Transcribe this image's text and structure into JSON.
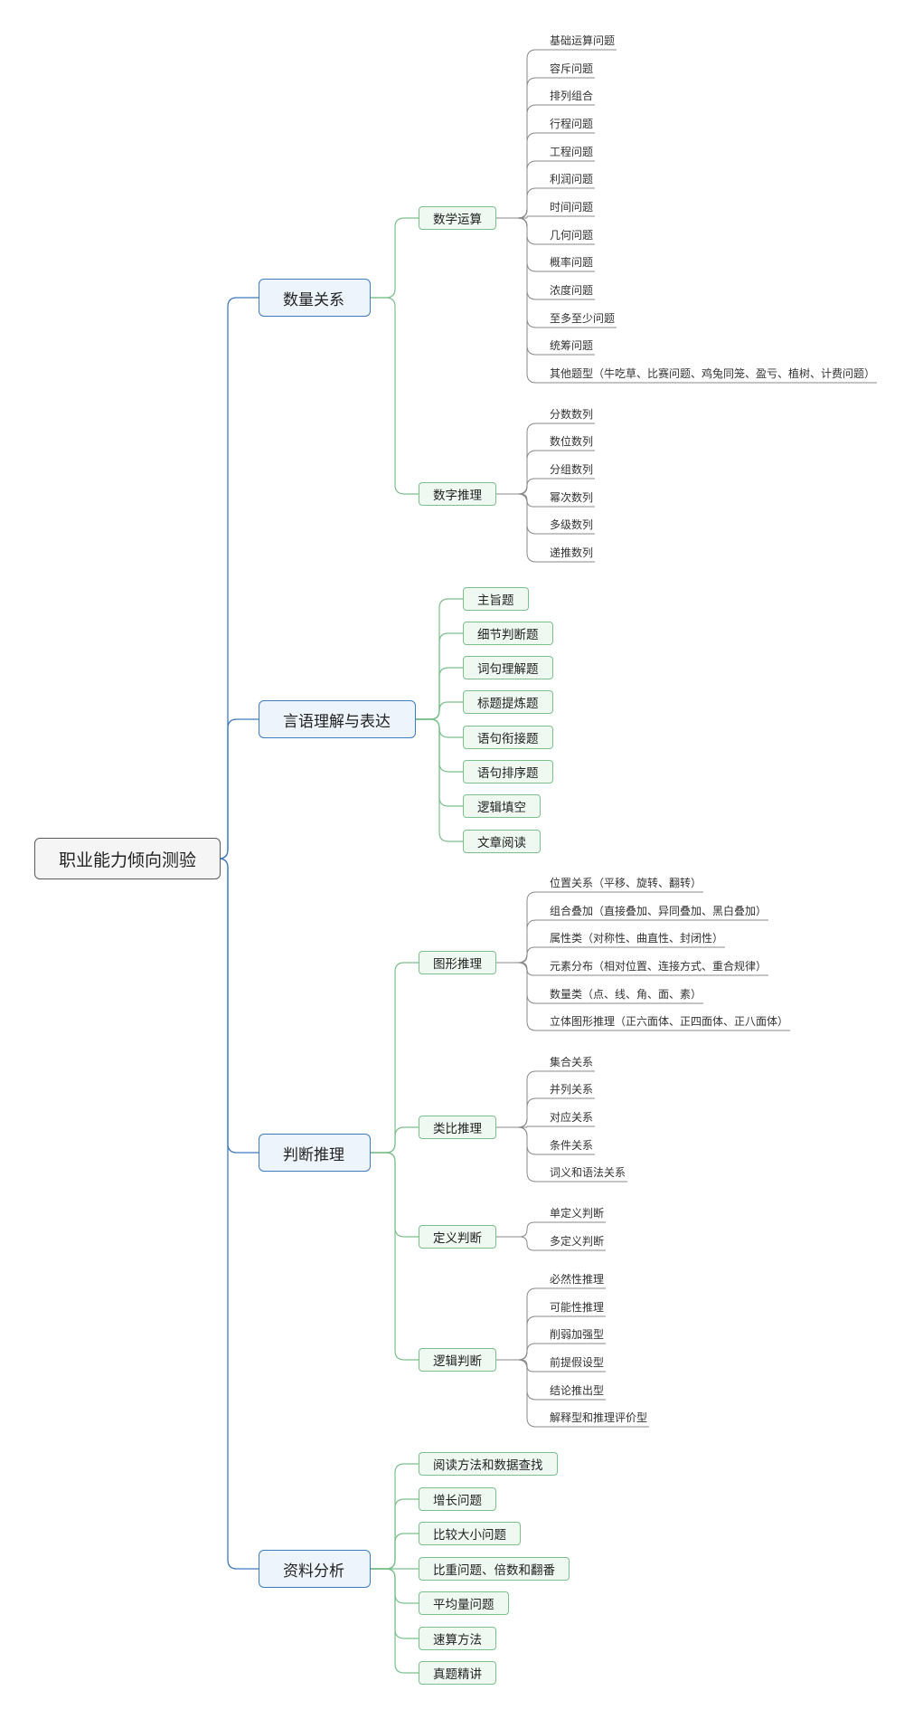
{
  "root": {
    "label": "职业能力倾向测验"
  },
  "branches": [
    {
      "label": "数量关系",
      "children": [
        {
          "label": "数学运算",
          "leaves": [
            "基础运算问题",
            "容斥问题",
            "排列组合",
            "行程问题",
            "工程问题",
            "利润问题",
            "时间问题",
            "几何问题",
            "概率问题",
            "浓度问题",
            "至多至少问题",
            "统筹问题",
            "其他题型（牛吃草、比赛问题、鸡兔同笼、盈亏、植树、计费问题）"
          ]
        },
        {
          "label": "数字推理",
          "leaves": [
            "分数数列",
            "数位数列",
            "分组数列",
            "幂次数列",
            "多级数列",
            "递推数列"
          ]
        }
      ]
    },
    {
      "label": "言语理解与表达",
      "children": [
        {
          "label": "主旨题",
          "leaves": []
        },
        {
          "label": "细节判断题",
          "leaves": []
        },
        {
          "label": "词句理解题",
          "leaves": []
        },
        {
          "label": "标题提炼题",
          "leaves": []
        },
        {
          "label": "语句衔接题",
          "leaves": []
        },
        {
          "label": "语句排序题",
          "leaves": []
        },
        {
          "label": "逻辑填空",
          "leaves": []
        },
        {
          "label": "文章阅读",
          "leaves": []
        }
      ]
    },
    {
      "label": "判断推理",
      "children": [
        {
          "label": "图形推理",
          "leaves": [
            "位置关系（平移、旋转、翻转）",
            "组合叠加（直接叠加、异同叠加、黑白叠加）",
            "属性类（对称性、曲直性、封闭性）",
            "元素分布（相对位置、连接方式、重合规律）",
            "数量类（点、线、角、面、素）",
            "立体图形推理（正六面体、正四面体、正八面体）"
          ]
        },
        {
          "label": "类比推理",
          "leaves": [
            "集合关系",
            "并列关系",
            "对应关系",
            "条件关系",
            "词义和语法关系"
          ]
        },
        {
          "label": "定义判断",
          "leaves": [
            "单定义判断",
            "多定义判断"
          ]
        },
        {
          "label": "逻辑判断",
          "leaves": [
            "必然性推理",
            "可能性推理",
            "削弱加强型",
            "前提假设型",
            "结论推出型",
            "解释型和推理评价型"
          ]
        }
      ]
    },
    {
      "label": "资料分析",
      "children": [
        {
          "label": "阅读方法和数据查找",
          "leaves": []
        },
        {
          "label": "增长问题",
          "leaves": []
        },
        {
          "label": "比较大小问题",
          "leaves": []
        },
        {
          "label": "比重问题、倍数和翻番",
          "leaves": []
        },
        {
          "label": "平均量问题",
          "leaves": []
        },
        {
          "label": "速算方法",
          "leaves": []
        },
        {
          "label": "真题精讲",
          "leaves": []
        }
      ]
    }
  ],
  "colors": {
    "root_fill": "#f5f5f5",
    "root_border": "#5b5b5b",
    "branch_fill": "#eef4fb",
    "branch_border": "#3f7bbf",
    "branch_line": "#3f7bbf",
    "sub_fill": "#eff8f1",
    "sub_border": "#7cc08c",
    "sub_line": "#7cc08c",
    "leaf_line": "#8a8a8a"
  }
}
